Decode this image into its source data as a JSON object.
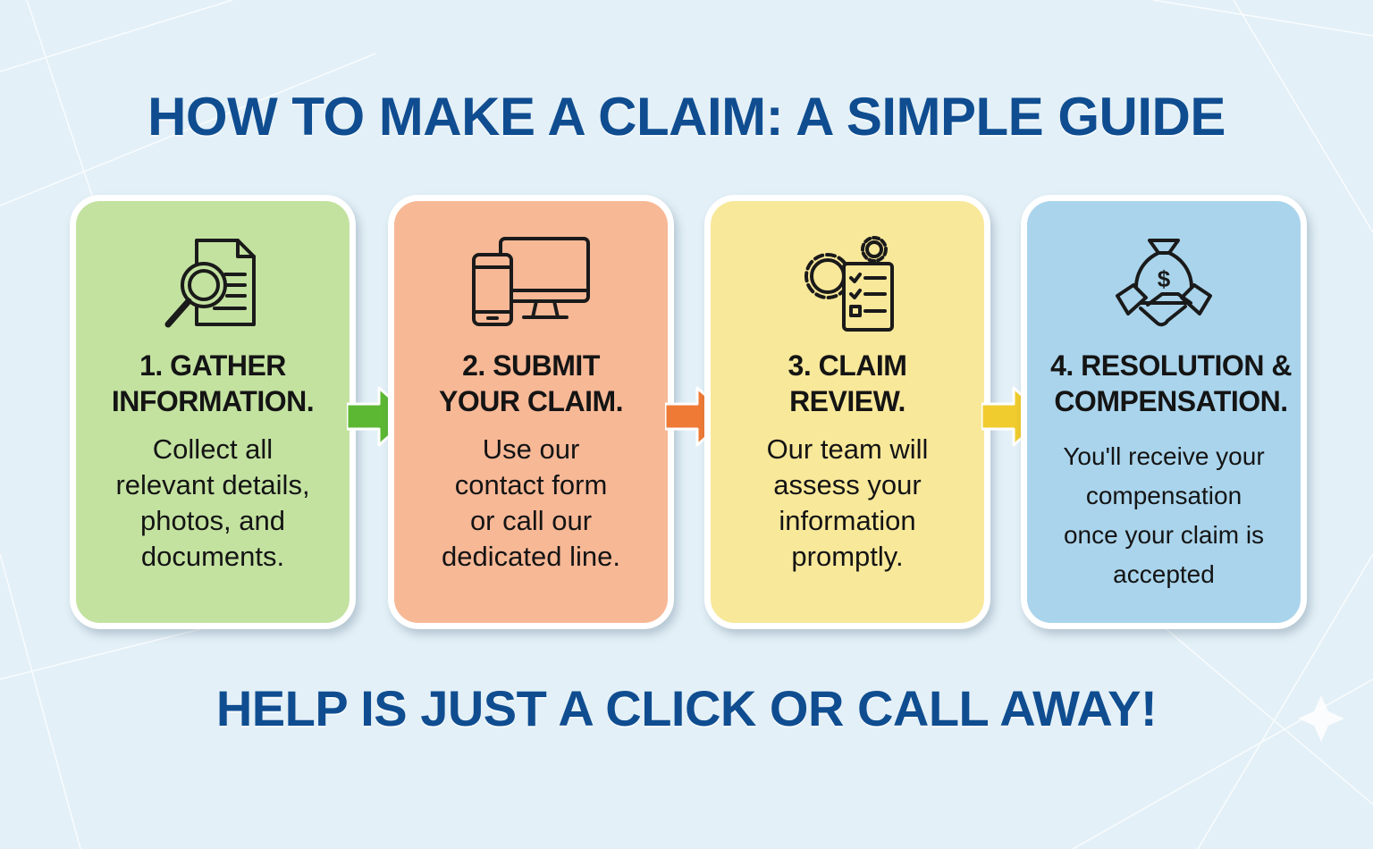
{
  "title": "HOW TO MAKE A CLAIM: A SIMPLE GUIDE",
  "footer": "HELP IS JUST A CLICK OR CALL AWAY!",
  "steps": [
    {
      "heading_line1": "1. GATHER",
      "heading_line2": "INFORMATION.",
      "desc_lines": [
        "Collect all",
        "relevant details,",
        "photos, and",
        "documents."
      ],
      "icon": "document-search-icon",
      "color": "#c3e2a0"
    },
    {
      "heading_line1": "2. SUBMIT",
      "heading_line2": "YOUR CLAIM.",
      "desc_lines": [
        "Use our",
        "contact form",
        "or call our",
        "dedicated line."
      ],
      "icon": "devices-icon",
      "color": "#f7b896"
    },
    {
      "heading_line1": "3. CLAIM",
      "heading_line2": "REVIEW.",
      "desc_lines": [
        "Our team will",
        "assess your",
        "information",
        "promptly."
      ],
      "icon": "gears-checklist-icon",
      "color": "#f8e89a"
    },
    {
      "heading_line1": "4. RESOLUTION &",
      "heading_line2": "COMPENSATION.",
      "desc_lines": [
        "You'll receive your",
        "compensation",
        "once your claim is",
        "accepted"
      ],
      "icon": "money-handshake-icon",
      "color": "#a9d4ec"
    }
  ],
  "arrow_colors": [
    "#5cb833",
    "#ee7a35",
    "#f0cc2e"
  ],
  "brand_color": "#0f4d90"
}
